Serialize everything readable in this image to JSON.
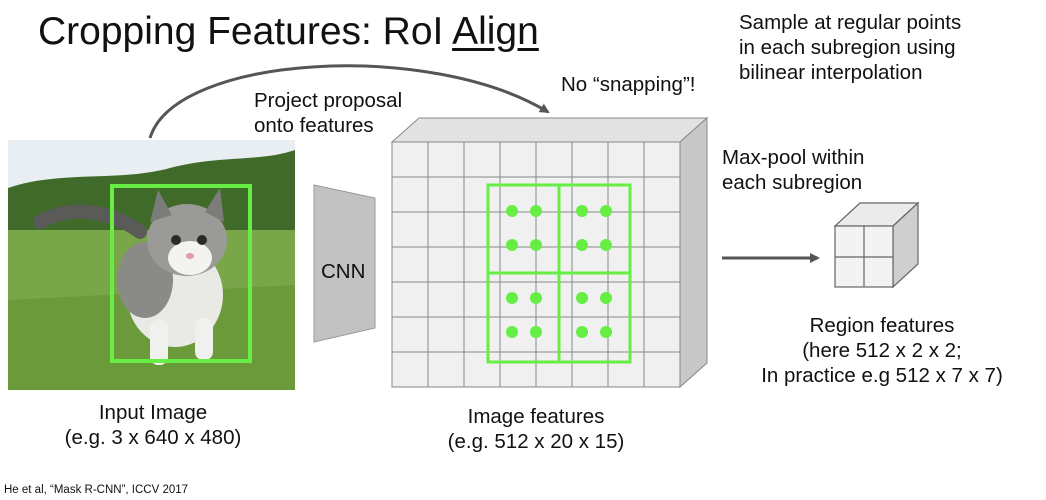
{
  "slide": {
    "title_prefix": "Cropping Features: RoI ",
    "title_emph": "Align",
    "citation": "He et al, “Mask R-CNN”, ICCV 2017"
  },
  "notes": {
    "sample_line1": "Sample at regular points",
    "sample_line2": "in each subregion using",
    "sample_line3": "bilinear interpolation",
    "no_snapping": "No “snapping”!",
    "project_line1": "Project proposal",
    "project_line2": "onto features",
    "maxpool_line1": "Max-pool within",
    "maxpool_line2": "each subregion"
  },
  "labels": {
    "cnn": "CNN",
    "input_line1": "Input Image",
    "input_line2": "(e.g. 3 x 640 x 480)",
    "features_line1": "Image features",
    "features_line2": "(e.g. 512 x 20 x 15)",
    "region_line1": "Region features",
    "region_line2": "(here 512 x 2 x 2;",
    "region_line3": "In practice e.g 512 x 7 x 7)"
  },
  "colors": {
    "green": "#66ee44",
    "grid_face": "#f0f0f0",
    "grid_side": "#c8c8c8",
    "grid_top": "#e2e2e2",
    "cnn_fill": "#c2c2c2",
    "arrow": "#555555"
  }
}
